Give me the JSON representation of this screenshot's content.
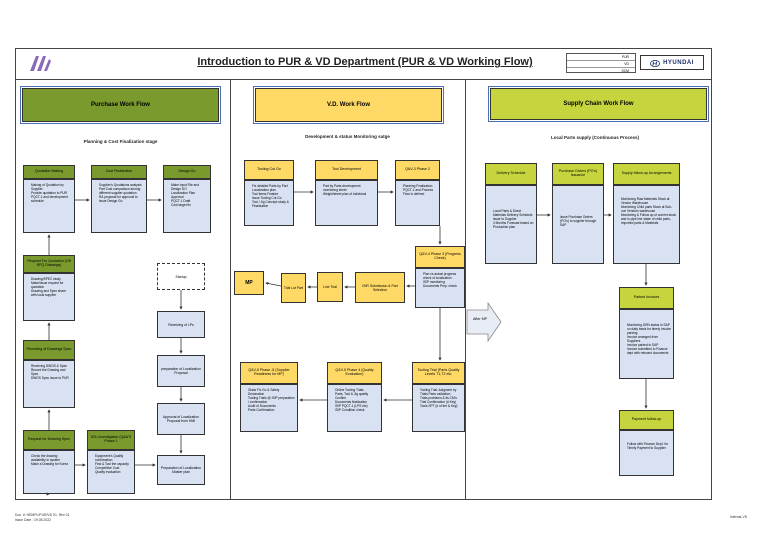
{
  "header": {
    "title": "Introduction to PUR & VD Department (PUR & VD Working Flow)",
    "brand": "HYUNDAI",
    "table_rows": [
      "PUR",
      "VD",
      "SCM"
    ]
  },
  "columns": {
    "purchase": {
      "banner": "Purchase Work Flow",
      "stage": "Planning & Cost Finalization stage",
      "quotation": {
        "title": "Quotation Making",
        "items": [
          "Making of Quotation by Supplier",
          "Provide quotation to PUR",
          "PQCT-1 and development schedule"
        ]
      },
      "cost": {
        "title": "Cost Finalization",
        "items": [
          "Supplier's Quotations analysis",
          "Part Cost comparison among different supplier quotation",
          "RA proposal for approval to issue Design Go"
        ]
      },
      "design_go": {
        "title": "Design Go",
        "items": [
          "Make Input File and Design GO",
          "Localization Plan Approval",
          "PQCT-1 Draft",
          "Cost target fix"
        ]
      },
      "request_quotation": {
        "title": "Request For Quotation (Off RFQ Drawings)",
        "items": [
          "Drawing/SPEC study",
          "Make/Issue request for quotation",
          "Drawing and Spec share with local supplier"
        ]
      },
      "receiving": {
        "title": "Receiving of Drawings Spec",
        "items": [
          "Receiving DWGS & Spec",
          "Record the Drawing and Spec",
          "DWGS Spec Issue to PUR"
        ]
      },
      "request_drawing": {
        "title": "Request for Drawing Spec",
        "items": [
          "Check the drawing availability in system",
          "Make a Drawing for Korea"
        ]
      },
      "ssl": {
        "title": "SSL investigation (Q&A'S Phase 1",
        "items": [
          "Equipment's Quality confirmation",
          "Find & Tool the capacity",
          "Competitive Cost",
          "Quality evaluation"
        ]
      },
      "startup": "Startup",
      "receiving_lps": "Receiving of LPs",
      "prep_proposal": "preparation of Localization Proposal",
      "approval": "Approval of Localization Proposal from HMI",
      "prep_master": "Preparation of Localization Master plan"
    },
    "vd": {
      "banner": "V.D. Work Flow",
      "stage": "Development & status Monitoring satge",
      "tooling": {
        "title": "Tooling Cut Go",
        "items": [
          "Fix detailed Parts by Part Localization plan",
          "Tool items Finalize",
          "Issue Tooling Cut Go",
          "Tool / Jig Concept study & Finalization"
        ]
      },
      "tool_dev": {
        "title": "Tool Development",
        "items": [
          "Part by Parts development monitoring sheet",
          "Weight/sheet plan of individual"
        ]
      },
      "qav2": {
        "title": "Q&V-3 Phase 2",
        "items": [
          "Planning Finalization",
          "PQCT-1 and Process Flow is defined"
        ]
      },
      "qav3": {
        "title": "Q&V-4 Phase 3 (Progress Check)",
        "items": [
          "Plan vs actual progress check of localization",
          "ISIP monitoring",
          "Documents Prep. check"
        ]
      },
      "flow": [
        "MP",
        "Trial Lot Part",
        "Line Trial",
        "ISIR Submission & Part Selection"
      ],
      "after_mp": "After MP",
      "qav5": {
        "title": "Q&V-5 Phase -5 (Supplier Readiness for MP)",
        "items": [
          "Glass Fix Go & Safety Declaration",
          "Tooling Trials @ ISIP preparation / confirmation",
          "Audit of Documents",
          "Parts Confirmation"
        ]
      },
      "qav4": {
        "title": "Q&V-5 Phase 4 (Quality Evaluation)",
        "items": [
          "Online Tooling Trials",
          "Parts, Tool & Jig quality Confirm",
          "Documents finalization",
          "ISIP PQCT-1 (LPS etc)",
          "ISIP Condition check"
        ]
      },
      "trial": {
        "title": "Tooling Trial (Parts Quality Levels T1,T2 etc.",
        "items": [
          "Tooling Trial-Judgment by",
          "Trials Parts validation",
          "Trials problems & its CM's",
          "Trial Confirmation (# Key)",
          "Tools SPT (# of tier & Key)"
        ]
      }
    },
    "scm": {
      "banner": "Supply Chain Work Flow",
      "stage": "Local Parts supply (Continuous Process)",
      "delivery": {
        "title": "Delivery Schedule",
        "items": [
          "Local Parts & Direct Materials Delivery Schedule issue to Supplier",
          "4 Months Forecast based on Production plan"
        ]
      },
      "po": {
        "title": "Purchase Orders (PO's) Issuance",
        "items": [
          "Issue Purchase Orders (PO's) to supplier through SAP"
        ]
      },
      "follow": {
        "title": "Supply follow-up Arrangements",
        "items": [
          "Monitoring Raw Materials Stock at Vendor Warehouse",
          "Monitoring Child parts Stock at Sub-con Vendors warehouse",
          "Monitoring & Follow up of current stock and in pipe line stake of child parts, imported parts & Materials"
        ]
      },
      "invoices": {
        "title": "Parked Invoices",
        "items": [
          "Monitoring GRN status in SAP on daily basis for timely invoice parking",
          "Invoice arranged from Suppliers",
          "Invoice parked in SAP",
          "Invoice submitted to Finance dept with relevant documents"
        ]
      },
      "payment": {
        "title": "Payment follow-up",
        "items": [
          "Follow with Finance Dept. for Timely Payment to Supplier"
        ]
      }
    }
  },
  "footer": {
    "doc": "Doc. #: HEMPL/PUR/VD 01, Rev 01",
    "issue": "Issue Date : 19.08.2022",
    "right": "Internal-VD"
  },
  "colors": {
    "green": "#7a9a2e",
    "yellow": "#ffd966",
    "olive": "#c6d53e",
    "blue_body": "#d9e2f3"
  }
}
